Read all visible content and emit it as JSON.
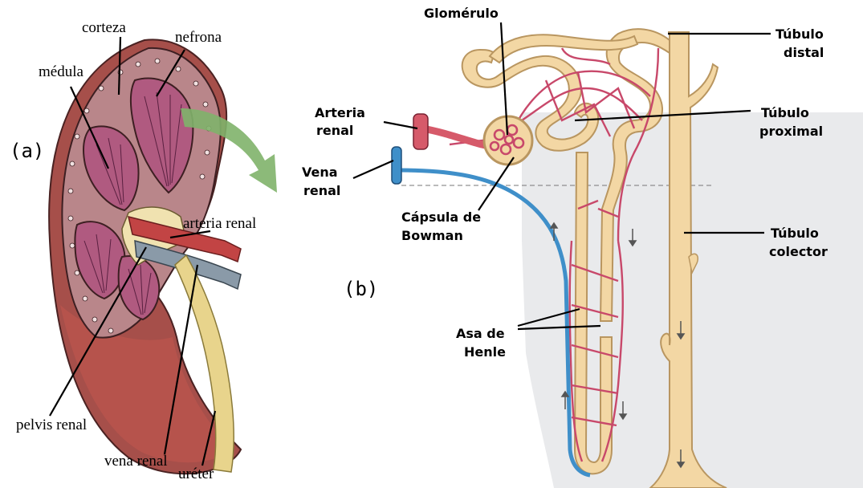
{
  "panels": {
    "a": "(a)",
    "b": "(b)"
  },
  "kidney_labels": {
    "corteza": "corteza",
    "nefrona": "nefrona",
    "medula": "médula",
    "arteria_renal": "arteria renal",
    "pelvis_renal": "pelvis renal",
    "vena_renal": "vena renal",
    "ureter": "uréter"
  },
  "nephron_labels": {
    "glomerulo": "Glomérulo",
    "tubulo_distal": [
      "Túbulo",
      "distal"
    ],
    "arteria_renal": [
      "Arteria",
      "renal"
    ],
    "tubulo_proximal": [
      "Túbulo",
      "proximal"
    ],
    "vena_renal": [
      "Vena",
      "renal"
    ],
    "capsula_bowman": [
      "Cápsula de",
      "Bowman"
    ],
    "tubulo_colector": [
      "Túbulo",
      "colector"
    ],
    "asa_henle": [
      "Asa de",
      "Henle"
    ]
  },
  "colors": {
    "cortex": "#b9868a",
    "medulla": "#b05a80",
    "kidney_outer": "#a64f4a",
    "artery": "#d65a6a",
    "vein": "#3f8fc9",
    "tubule": "#f3d7a4",
    "tubule_edge": "#b99660",
    "capillary": "#c8486a",
    "arrow": "#7fb36a"
  }
}
